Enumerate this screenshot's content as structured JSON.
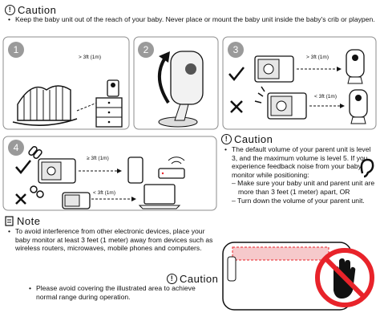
{
  "caution_top": {
    "title": "Caution",
    "bullet": "Keep the baby unit out of the reach of your baby. Never place or mount the baby unit inside the baby's crib or playpen."
  },
  "steps": [
    "1",
    "2",
    "3",
    "4"
  ],
  "panel1": {
    "distance_label": "> 3ft (1m)"
  },
  "panel3": {
    "far_label": "> 3ft (1m)",
    "near_label": "< 3ft (1m)"
  },
  "panel4": {
    "far_label": "≥ 3ft (1m)",
    "near_label": "< 3ft (1m)"
  },
  "caution_mid": {
    "title": "Caution",
    "bullet": "The default volume of your parent unit is level 3, and the maximum volume is level 5. If you experience feedback noise from your baby monitor while positioning:",
    "sub1": "Make sure your baby unit and parent unit are more than 3 feet (1 meter) apart, OR",
    "sub2": "Turn down the volume of your parent unit."
  },
  "note": {
    "title": "Note",
    "bullet": "To avoid interference from other electronic devices, place your baby monitor at least 3 feet (1 meter) away from devices such as wireless routers, microwaves, mobile phones and computers."
  },
  "caution_bottom": {
    "title": "Caution",
    "bullet": "Please avoid covering the illustrated area to achieve normal range during operation."
  },
  "colors": {
    "accent_red": "#e8232a",
    "panel_border": "#8c8c8c",
    "step_gray": "#9a9a9a"
  }
}
